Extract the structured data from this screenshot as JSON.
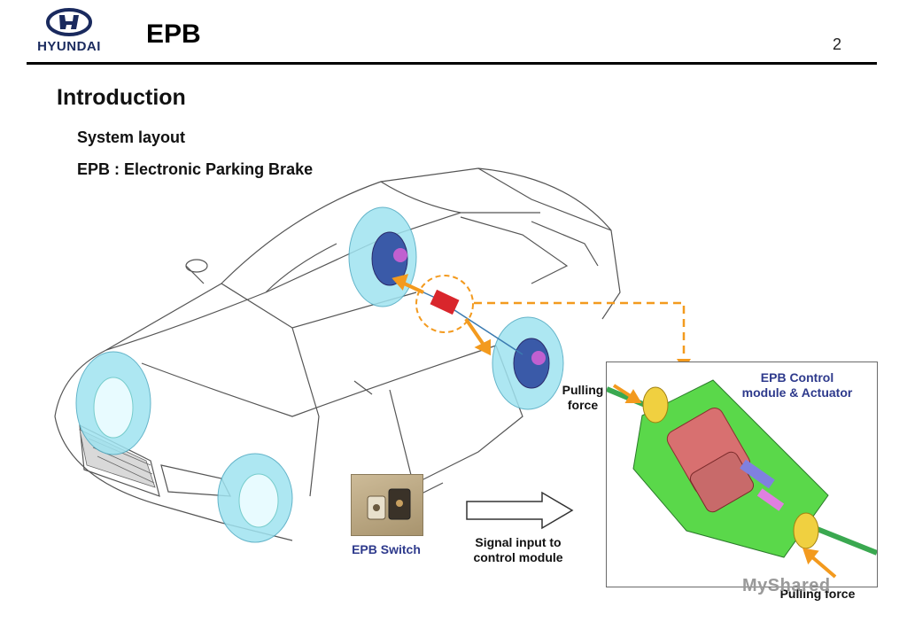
{
  "brand": {
    "name": "HYUNDAI",
    "color": "#1a2a5e"
  },
  "header": {
    "title": "EPB",
    "page_number": "2"
  },
  "content": {
    "heading": "Introduction",
    "bullet1": "System layout",
    "bullet2": "EPB : Electronic Parking Brake"
  },
  "labels": {
    "pulling_force_top_line1": "Pulling",
    "pulling_force_top_line2": "force",
    "module_line1": "EPB Control",
    "module_line2": "module & Actuator",
    "switch": "EPB Switch",
    "signal_line1": "Signal input to",
    "signal_line2": "control module",
    "pulling_force_bottom": "Pulling force"
  },
  "watermark": "MyShared",
  "colors": {
    "wheel": "#9fe3f0",
    "module": "#d9262c",
    "arrow": "#f39a1e",
    "actuator": "#5ad84a"
  }
}
